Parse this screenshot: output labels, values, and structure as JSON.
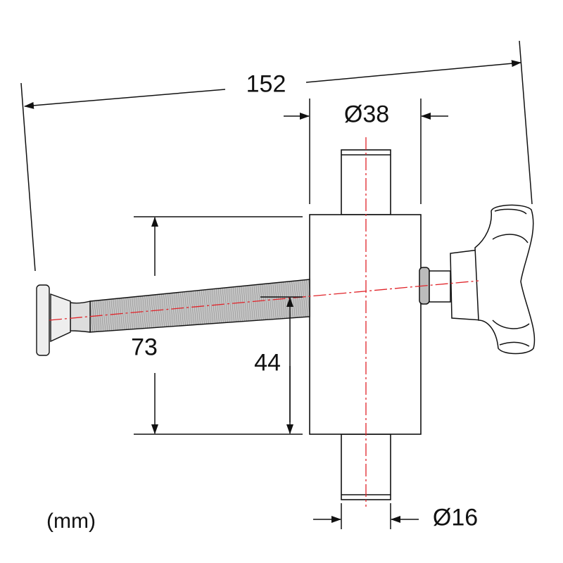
{
  "units": "(mm)",
  "dimensions": {
    "overall_length": "152",
    "body_diameter": "Ø38",
    "pin_diameter": "Ø16",
    "body_height": "73",
    "rod_height": "44"
  },
  "colors": {
    "line": "#111111",
    "centerline": "#e0242a",
    "rod": "#b9b9b9"
  }
}
